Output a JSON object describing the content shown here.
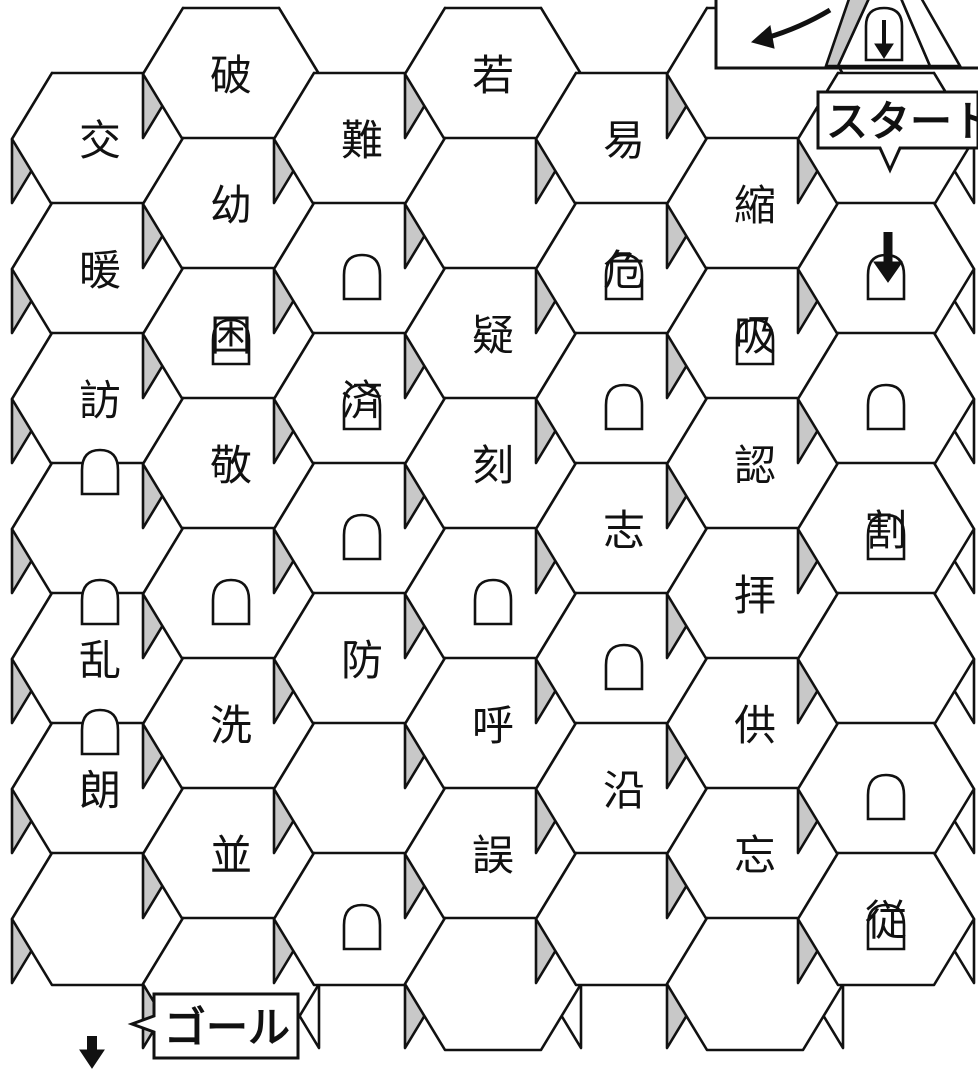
{
  "labels": {
    "start": "スタート",
    "goal": "ゴール"
  },
  "cells": [
    {
      "col": 0,
      "row": 1,
      "kanji": "交"
    },
    {
      "col": 0,
      "row": 3,
      "kanji": "暖"
    },
    {
      "col": 0,
      "row": 5,
      "kanji": "訪"
    },
    {
      "col": 0,
      "row": 9,
      "kanji": "乱"
    },
    {
      "col": 0,
      "row": 11,
      "kanji": "朗"
    },
    {
      "col": 1,
      "row": 0,
      "kanji": "破"
    },
    {
      "col": 1,
      "row": 2,
      "kanji": "幼"
    },
    {
      "col": 1,
      "row": 4,
      "kanji": "困"
    },
    {
      "col": 1,
      "row": 6,
      "kanji": "敬"
    },
    {
      "col": 1,
      "row": 10,
      "kanji": "洗"
    },
    {
      "col": 1,
      "row": 12,
      "kanji": "並"
    },
    {
      "col": 2,
      "row": 1,
      "kanji": "難"
    },
    {
      "col": 2,
      "row": 5,
      "kanji": "済"
    },
    {
      "col": 2,
      "row": 9,
      "kanji": "防"
    },
    {
      "col": 3,
      "row": 0,
      "kanji": "若"
    },
    {
      "col": 3,
      "row": 4,
      "kanji": "疑"
    },
    {
      "col": 3,
      "row": 6,
      "kanji": "刻"
    },
    {
      "col": 3,
      "row": 10,
      "kanji": "呼"
    },
    {
      "col": 3,
      "row": 12,
      "kanji": "誤"
    },
    {
      "col": 4,
      "row": 1,
      "kanji": "易"
    },
    {
      "col": 4,
      "row": 3,
      "kanji": "危"
    },
    {
      "col": 4,
      "row": 7,
      "kanji": "志"
    },
    {
      "col": 4,
      "row": 11,
      "kanji": "沿"
    },
    {
      "col": 5,
      "row": 2,
      "kanji": "縮"
    },
    {
      "col": 5,
      "row": 4,
      "kanji": "吸"
    },
    {
      "col": 5,
      "row": 6,
      "kanji": "認"
    },
    {
      "col": 5,
      "row": 8,
      "kanji": "拝"
    },
    {
      "col": 5,
      "row": 10,
      "kanji": "供"
    },
    {
      "col": 5,
      "row": 12,
      "kanji": "忘"
    },
    {
      "col": 6,
      "row": 7,
      "kanji": "割"
    },
    {
      "col": 6,
      "row": 13,
      "kanji": "従"
    }
  ]
}
